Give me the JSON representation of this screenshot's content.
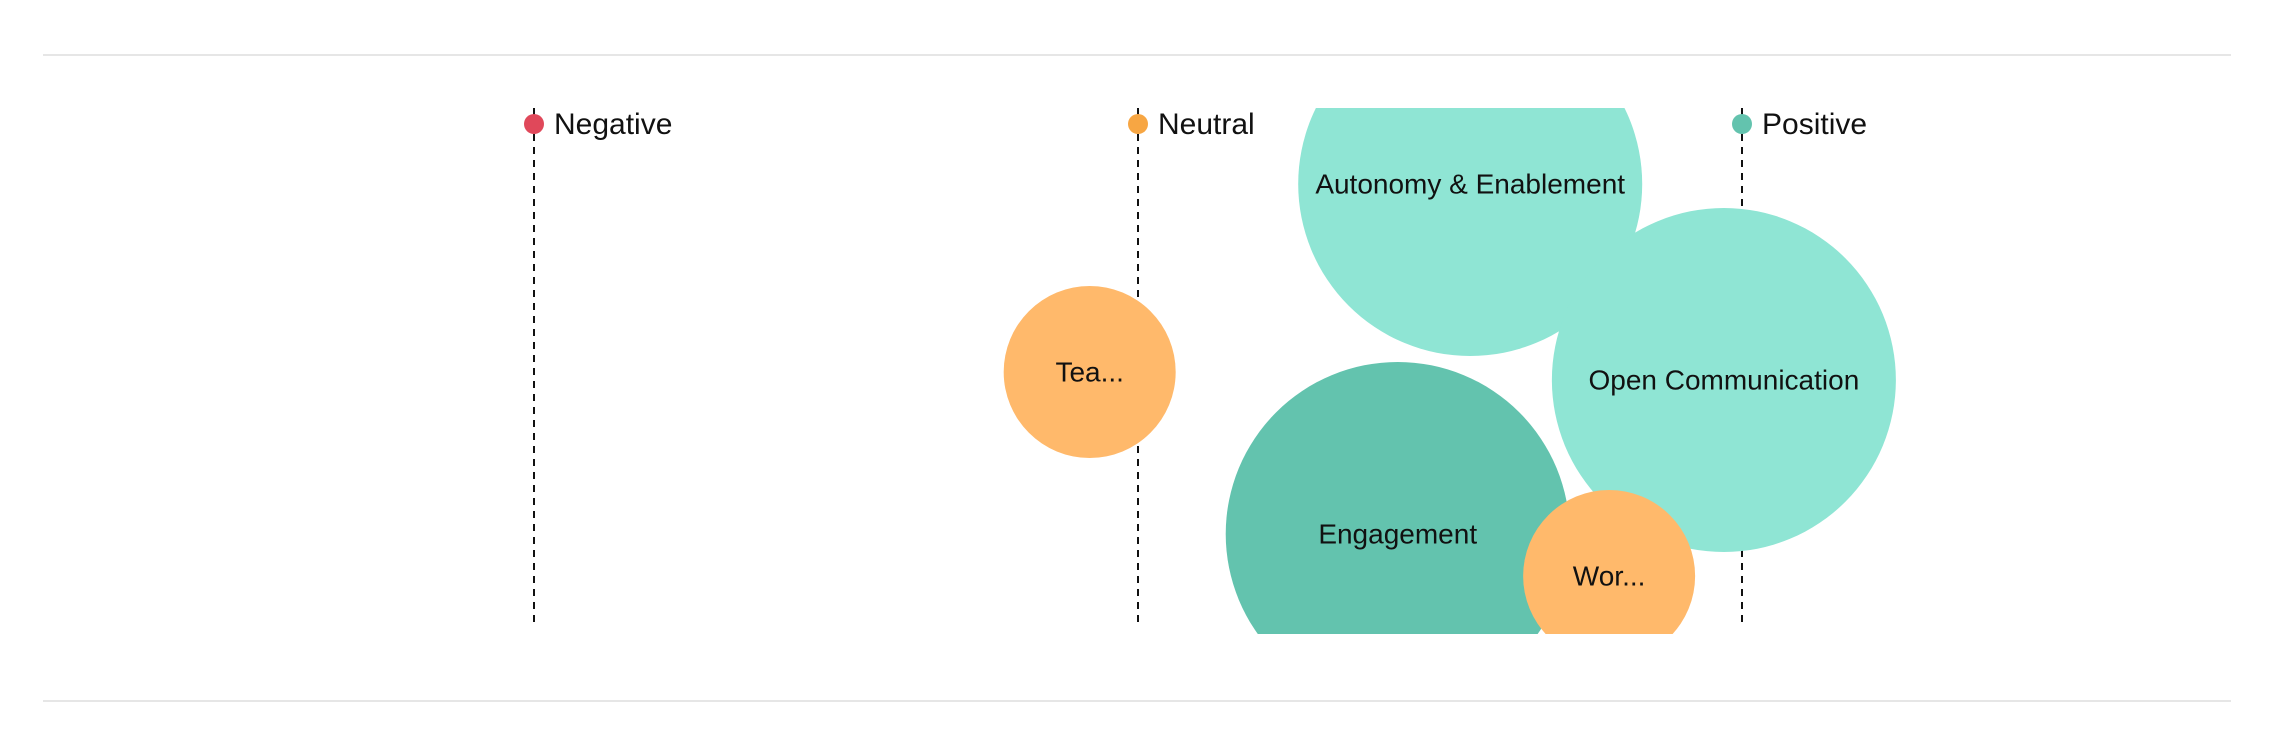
{
  "chart_data": {
    "type": "bubble",
    "x_scale": {
      "categories": [
        "Negative",
        "Neutral",
        "Positive"
      ]
    },
    "legend": [
      {
        "label": "Negative",
        "color": "#e0485a"
      },
      {
        "label": "Neutral",
        "color": "#f7a643"
      },
      {
        "label": "Positive",
        "color": "#63c3ae"
      }
    ],
    "bubbles": [
      {
        "label": "Autonomy & Enablement",
        "sentiment": 0.55,
        "size": 1.0,
        "color": "#8fe5d4"
      },
      {
        "label": "Open Communication",
        "sentiment": 0.97,
        "size": 1.0,
        "color": "#8fe5d4"
      },
      {
        "label": "Engagement",
        "sentiment": 0.43,
        "size": 1.0,
        "color": "#63c3ae"
      },
      {
        "label": "Tea...",
        "sentiment": -0.08,
        "size": 0.25,
        "color": "#ffb96b"
      },
      {
        "label": "Wor...",
        "sentiment": 0.78,
        "size": 0.25,
        "color": "#ffb96b"
      }
    ],
    "divider_color": "#e6e6e6",
    "guide_line_color": "#111111"
  }
}
